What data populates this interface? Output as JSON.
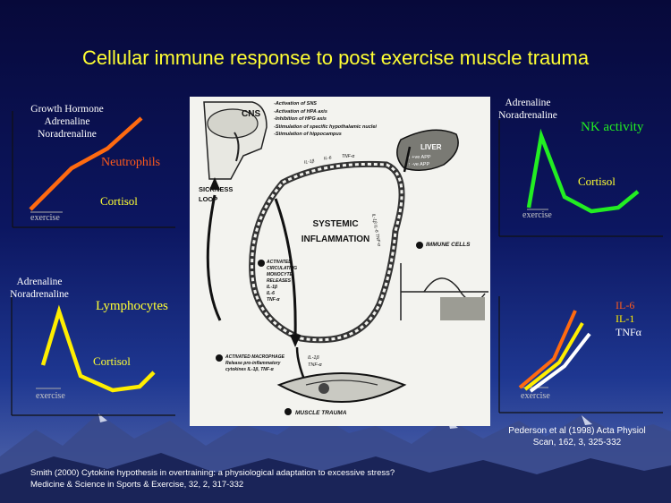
{
  "title": "Cellular immune response to post exercise muscle trauma",
  "panels": {
    "neutrophils": {
      "hormones": [
        "Growth Hormone",
        "Adrenaline",
        "Noradrenaline"
      ],
      "cell": "Neutrophils",
      "cortisol": "Cortisol",
      "exercise": "exercise"
    },
    "nk": {
      "hormones": [
        "Adrenaline",
        "Noradrenaline"
      ],
      "cell": "NK activity",
      "cortisol": "Cortisol",
      "exercise": "exercise"
    },
    "lymphocytes": {
      "hormones": [
        "Adrenaline",
        "Noradrenaline"
      ],
      "cell": "Lymphocytes",
      "cortisol": "Cortisol",
      "exercise": "exercise"
    },
    "cytokines": {
      "series": [
        "IL-6",
        "IL-1",
        "TNFα"
      ],
      "exercise": "exercise"
    }
  },
  "diagram": {
    "cns": "CNS",
    "cns_effects": [
      "-Activation of SNS",
      "-Activation of HPA axis",
      "-Inhibition of HPG axis",
      "-Stimulation of specific hypothalamic nuclei",
      "-Stimulation of hippocampus"
    ],
    "liver": "LIVER",
    "liver_effects": [
      "↓ +ve APP",
      "↑ -ve APP"
    ],
    "sickness_loop": [
      "SICKNESS",
      "LOOP"
    ],
    "systemic": [
      "SYSTEMIC",
      "INFLAMMATION"
    ],
    "immune_cells": "IMMUNE CELLS",
    "activated_monocytes": [
      "ACTIVATED",
      "CIRCULATING",
      "MONOCYTE",
      "RELEASES",
      "IL-1β",
      "IL-6",
      "TNF-α"
    ],
    "macrophage": [
      "ACTIVATED MACROPHAGE",
      "Release pro-inflammatory",
      "cytokines IL-1β, TNF-α"
    ],
    "injury_site": [
      "IL-1β",
      "TNF-α"
    ],
    "muscle_trauma": "MUSCLE TRAUMA",
    "vessel_labels": [
      "IL-1β",
      "IL-6",
      "TNF-α",
      "IL-1β  IL-6  TNF-α"
    ]
  },
  "references": {
    "pederson": [
      "Pederson et al (1998) Acta Physiol",
      "Scan, 162, 3, 325-332"
    ],
    "smith": [
      "Smith (2000) Cytokine hypothesis in overtraining: a physiological adaptation to excessive stress?",
      "Medicine & Science in Sports & Exercise, 32, 2, 317-332"
    ]
  }
}
